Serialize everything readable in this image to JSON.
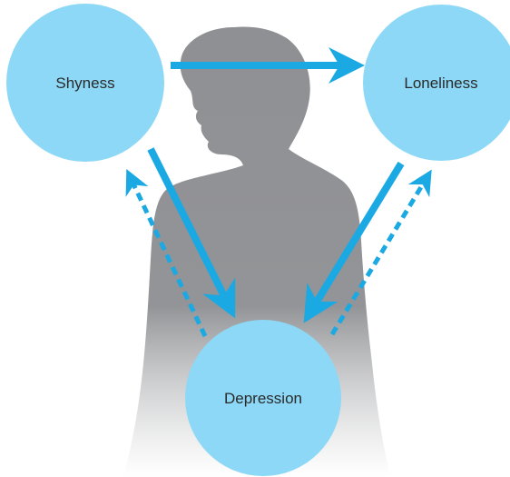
{
  "diagram": {
    "nodes": [
      {
        "id": "shyness",
        "label": "Shyness"
      },
      {
        "id": "loneliness",
        "label": "Loneliness"
      },
      {
        "id": "depression",
        "label": "Depression"
      }
    ],
    "edges": [
      {
        "from": "shyness",
        "to": "loneliness",
        "style": "solid"
      },
      {
        "from": "shyness",
        "to": "depression",
        "style": "solid"
      },
      {
        "from": "loneliness",
        "to": "depression",
        "style": "solid"
      },
      {
        "from": "depression",
        "to": "shyness",
        "style": "dashed"
      },
      {
        "from": "depression",
        "to": "loneliness",
        "style": "dashed"
      }
    ],
    "background_figure": "woman-silhouette"
  },
  "colors": {
    "circle_fill": "#8dd8f6",
    "arrow": "#1aa9e2",
    "silhouette": "#8f9094",
    "label_text": "#2a2a2a"
  }
}
